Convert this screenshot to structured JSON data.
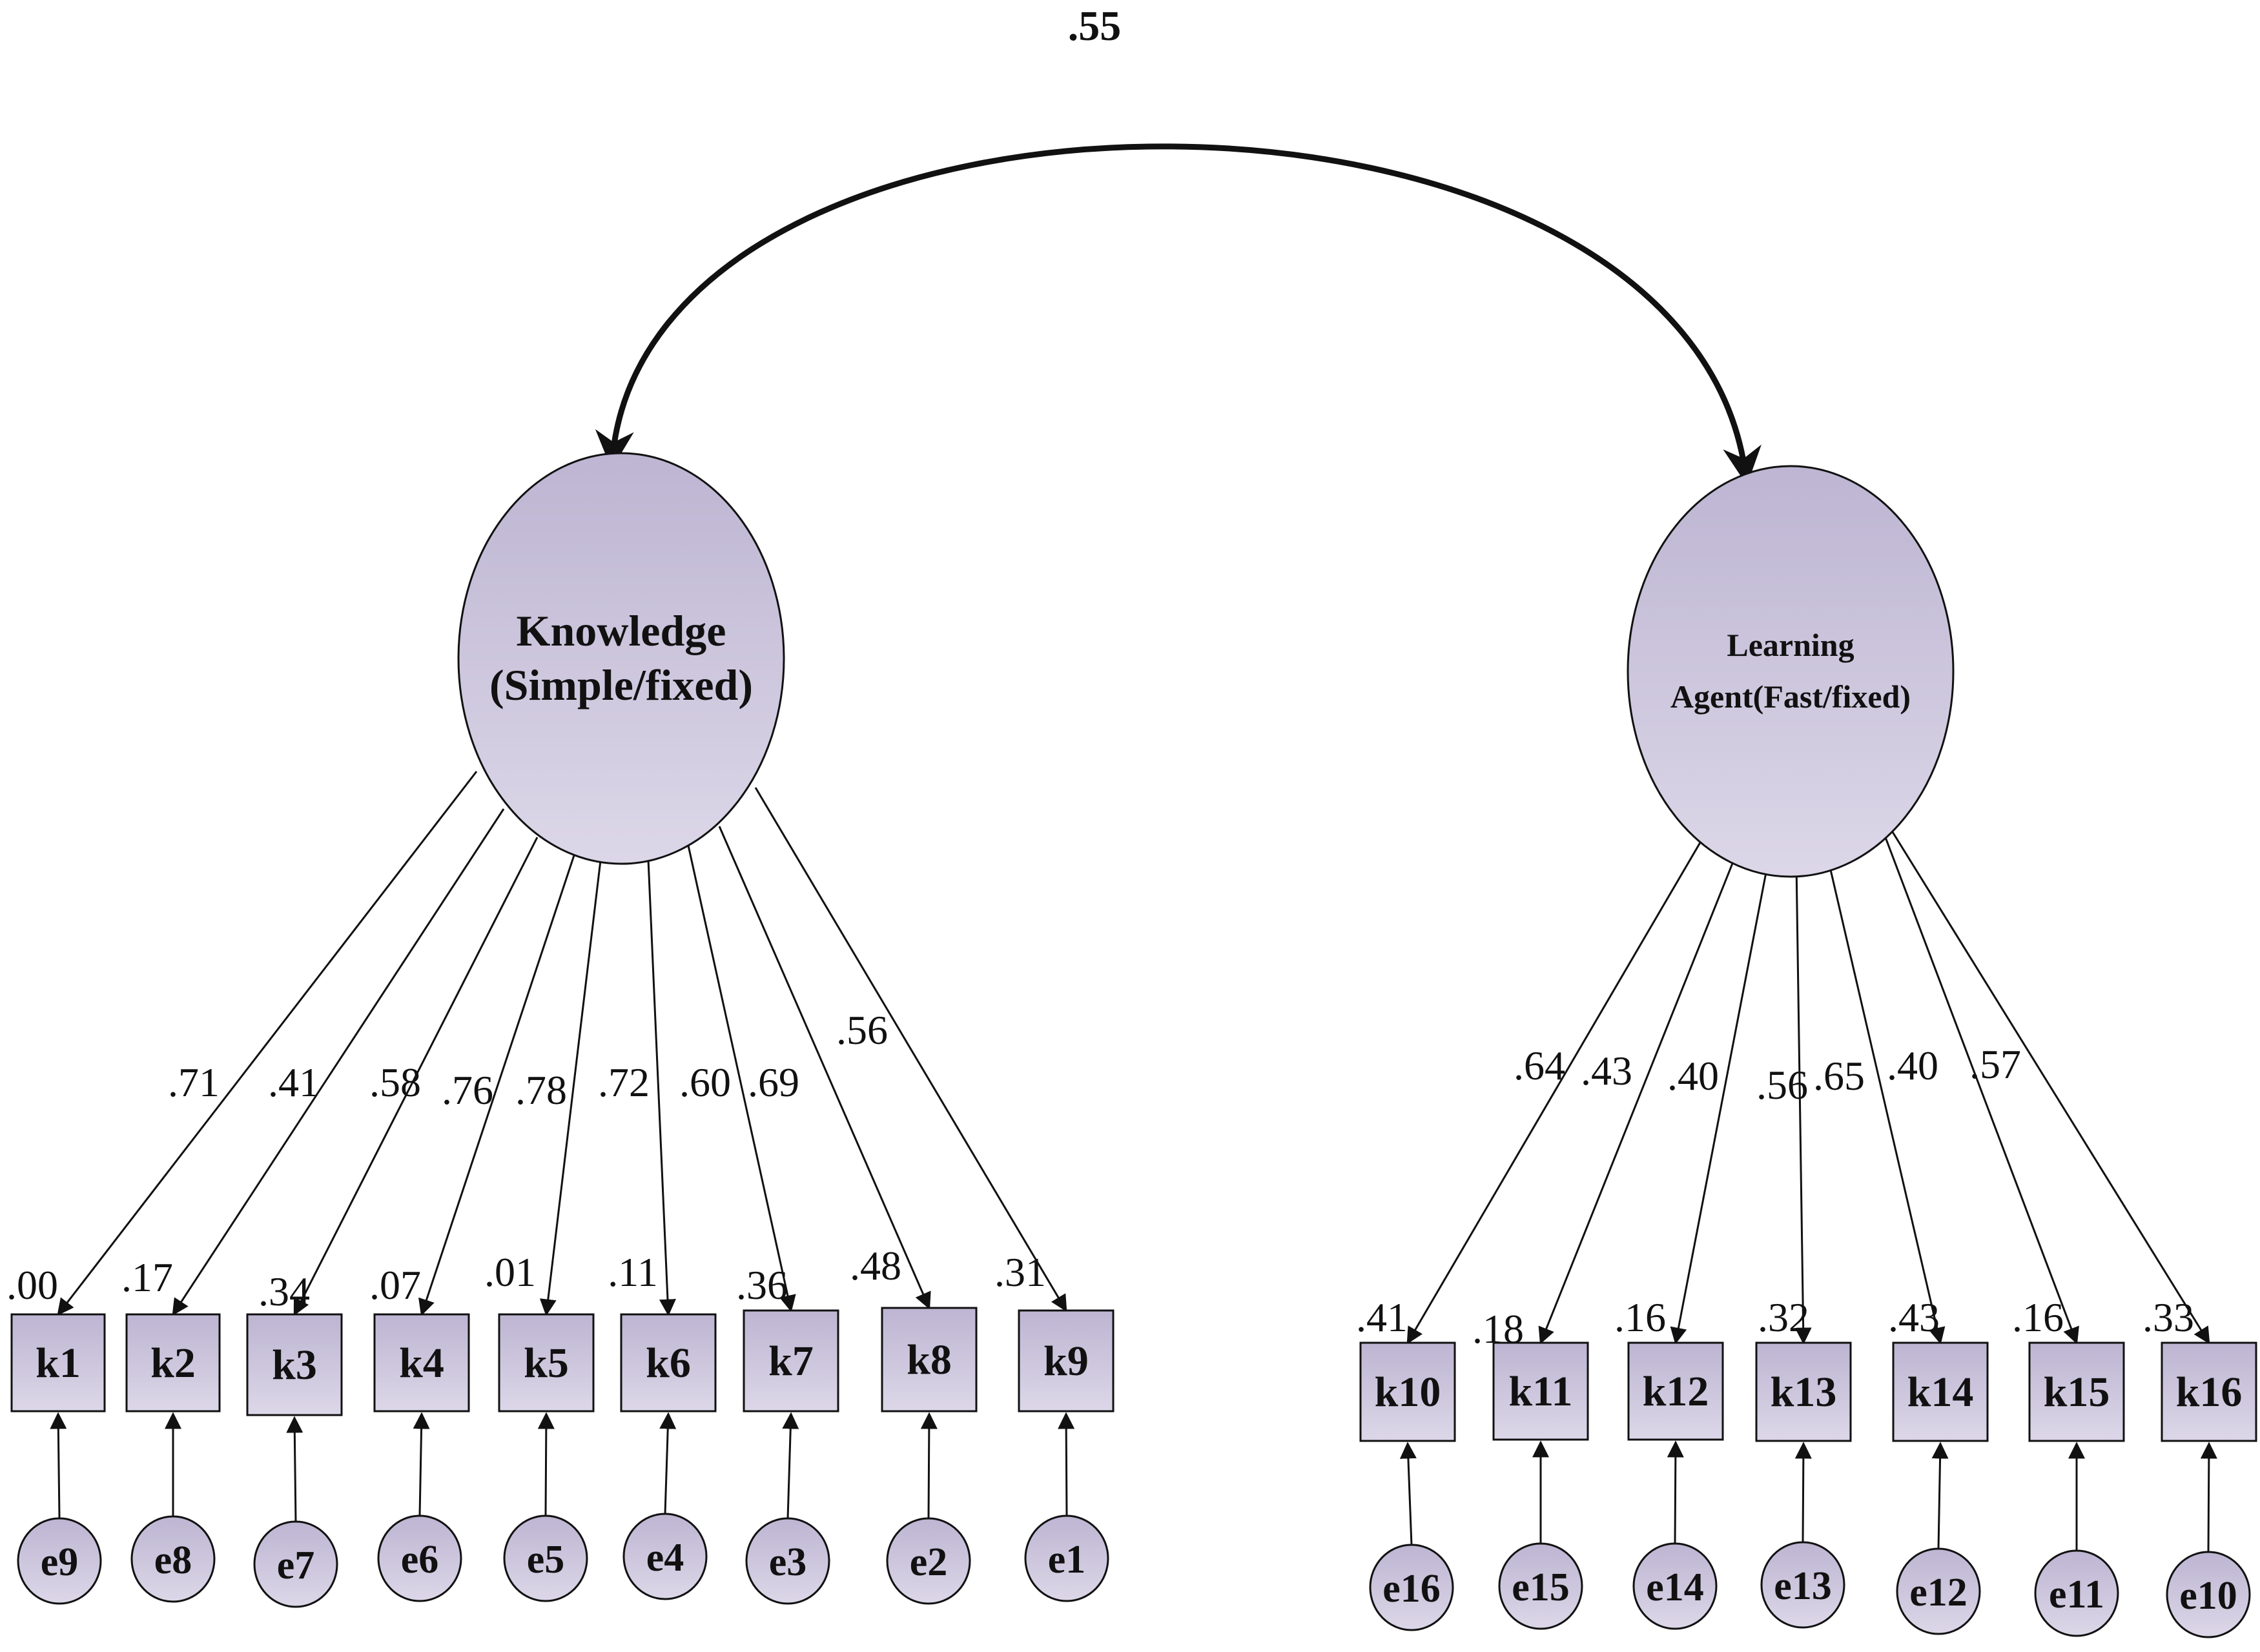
{
  "correlation": {
    "label": ".55"
  },
  "latents": [
    {
      "id": "knowledge",
      "lines": [
        "Knowledge",
        "(Simple/fixed)"
      ],
      "fill": "#c8c2da"
    },
    {
      "id": "learning-agent",
      "lines": [
        "Learning",
        "Agent(Fast/fixed)"
      ],
      "fill": "#c8c2da"
    }
  ],
  "indicators": [
    {
      "name": "k1",
      "latent": 0,
      "loading": ".71",
      "r2": ".00",
      "error": "e9"
    },
    {
      "name": "k2",
      "latent": 0,
      "loading": ".41",
      "r2": ".17",
      "error": "e8"
    },
    {
      "name": "k3",
      "latent": 0,
      "loading": ".58",
      "r2": ".34",
      "error": "e7"
    },
    {
      "name": "k4",
      "latent": 0,
      "loading": ".76",
      "r2": ".07",
      "error": "e6"
    },
    {
      "name": "k5",
      "latent": 0,
      "loading": ".78",
      "r2": ".01",
      "error": "e5"
    },
    {
      "name": "k6",
      "latent": 0,
      "loading": ".72",
      "r2": ".11",
      "error": "e4"
    },
    {
      "name": "k7",
      "latent": 0,
      "loading": ".60",
      "r2": ".36",
      "error": "e3"
    },
    {
      "name": "k8",
      "latent": 0,
      "loading": ".69",
      "r2": ".48",
      "error": "e2"
    },
    {
      "name": "k9",
      "latent": 0,
      "loading": ".56",
      "r2": ".31",
      "error": "e1"
    },
    {
      "name": "k10",
      "latent": 1,
      "loading": ".64",
      "r2": ".41",
      "error": "e16"
    },
    {
      "name": "k11",
      "latent": 1,
      "loading": ".43",
      "r2": ".18",
      "error": "e15"
    },
    {
      "name": "k12",
      "latent": 1,
      "loading": ".40",
      "r2": ".16",
      "error": "e14"
    },
    {
      "name": "k13",
      "latent": 1,
      "loading": ".56",
      "r2": ".32",
      "error": "e13"
    },
    {
      "name": "k14",
      "latent": 1,
      "loading": ".65",
      "r2": ".43",
      "error": "e12"
    },
    {
      "name": "k15",
      "latent": 1,
      "loading": ".40",
      "r2": ".16",
      "error": "e11"
    },
    {
      "name": "k16",
      "latent": 1,
      "loading": ".57",
      "r2": ".33",
      "error": "e10"
    }
  ],
  "colors": {
    "node_fill": "#c8c2da",
    "stroke": "#111111"
  }
}
